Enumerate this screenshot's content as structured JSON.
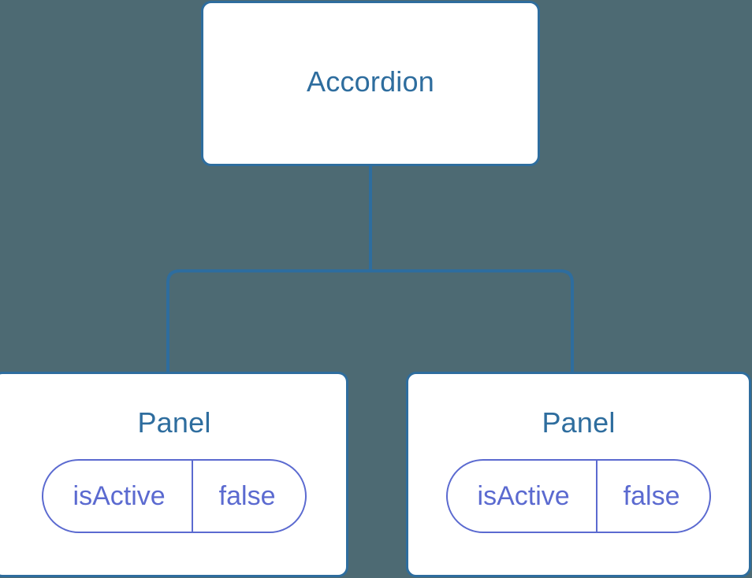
{
  "diagram": {
    "type": "component-tree",
    "background_color": "#4d6a73",
    "node_border_color": "#2e6d9e",
    "node_fill_color": "#ffffff",
    "node_text_color": "#2e6d9e",
    "prop_accent_color": "#5b6ad0",
    "connector_color": "#2e6d9e"
  },
  "root": {
    "label": "Accordion"
  },
  "children": [
    {
      "label": "Panel",
      "props": [
        {
          "key": "isActive",
          "value": "false"
        }
      ]
    },
    {
      "label": "Panel",
      "props": [
        {
          "key": "isActive",
          "value": "false"
        }
      ]
    }
  ]
}
